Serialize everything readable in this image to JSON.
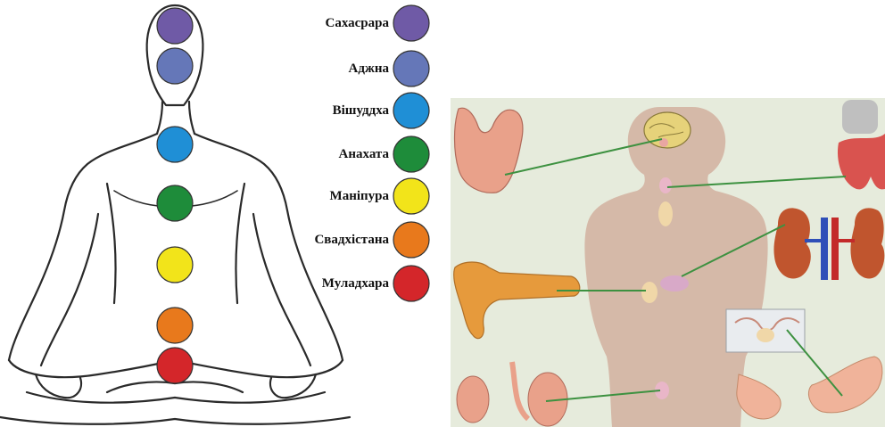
{
  "left_panel": {
    "chakras": [
      {
        "label": "Сахасрара",
        "color": "#6f5aa6"
      },
      {
        "label": "Аджна",
        "color": "#6577b8"
      },
      {
        "label": "Вішуддха",
        "color": "#1f8fd6"
      },
      {
        "label": "Анахата",
        "color": "#1e8c3a"
      },
      {
        "label": "Маніпура",
        "color": "#f2e41a"
      },
      {
        "label": "Свадхістана",
        "color": "#e8791c"
      },
      {
        "label": "Муладхара",
        "color": "#d4262a"
      }
    ]
  },
  "right_panel": {
    "background": "#e6ebdc",
    "body_color": "#d5b9a8",
    "connector_color": "#3d9140",
    "organs": [
      {
        "name": "pituitary-gland",
        "color": "#e9a6a2"
      },
      {
        "name": "brain",
        "color": "#e6d27a"
      },
      {
        "name": "thyroid-gland",
        "color": "#d9534f"
      },
      {
        "name": "kidneys",
        "color": "#c0552e"
      },
      {
        "name": "pancreas",
        "color": "#e69a3c"
      },
      {
        "name": "testes",
        "color": "#e9a18a"
      },
      {
        "name": "uterus-ovaries",
        "color": "#f0b39a"
      }
    ]
  }
}
